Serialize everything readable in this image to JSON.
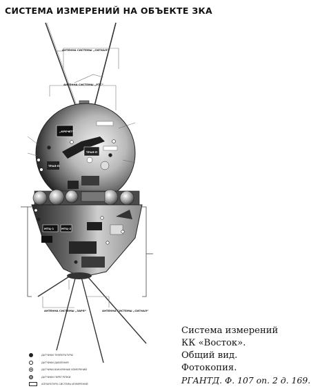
{
  "title": "СИСТЕМА ИЗМЕРЕНИЙ НА ОБЪЕКТЕ ЗКА",
  "antenna_labels": {
    "signal_top": "АНТЕННА СИСТЕМЫ „СИГНАЛ“",
    "rtsa": "АНТЕННА СИСТЕМЫ „РТС“",
    "zaря": "АНТЕННА СИСТЕМЫ „ЗАРЯ“",
    "signal_bottom": "АНТЕННА СИСТЕМЫ „СИГНАЛ“"
  },
  "plate_labels": [
    "„КРЕЧЕТ“",
    "ТРАЛ-П",
    "ТРАЛ-П",
    "МТЦ-1",
    "МТЦ-2"
  ],
  "legend": [
    {
      "label": "ДАТЧИКИ ТЕМПЕРАТУРЫ",
      "marker": "filled"
    },
    {
      "label": "ДАТЧИКИ ДАВЛЕНИЯ",
      "marker": "open"
    },
    {
      "label": "ДАТЧИКИ ВАКУУМНЫЕ ИЗМЕРЕНИЙ",
      "marker": "cross"
    },
    {
      "label": "ДАТЧИКИ ПЕРЕГРУЗКИ",
      "marker": "dot"
    },
    {
      "label": "АППАРАТУРА СИСТЕМЫ ИЗМЕРЕНИЙ",
      "marker": "rect"
    }
  ],
  "caption": {
    "line1": "Система измерений",
    "line2": "КК «Восток».",
    "line3": "Общий вид.",
    "line4": "Фотокопия.",
    "source": "РГАНТД. Ф. 107 оп. 2 д. 169."
  }
}
